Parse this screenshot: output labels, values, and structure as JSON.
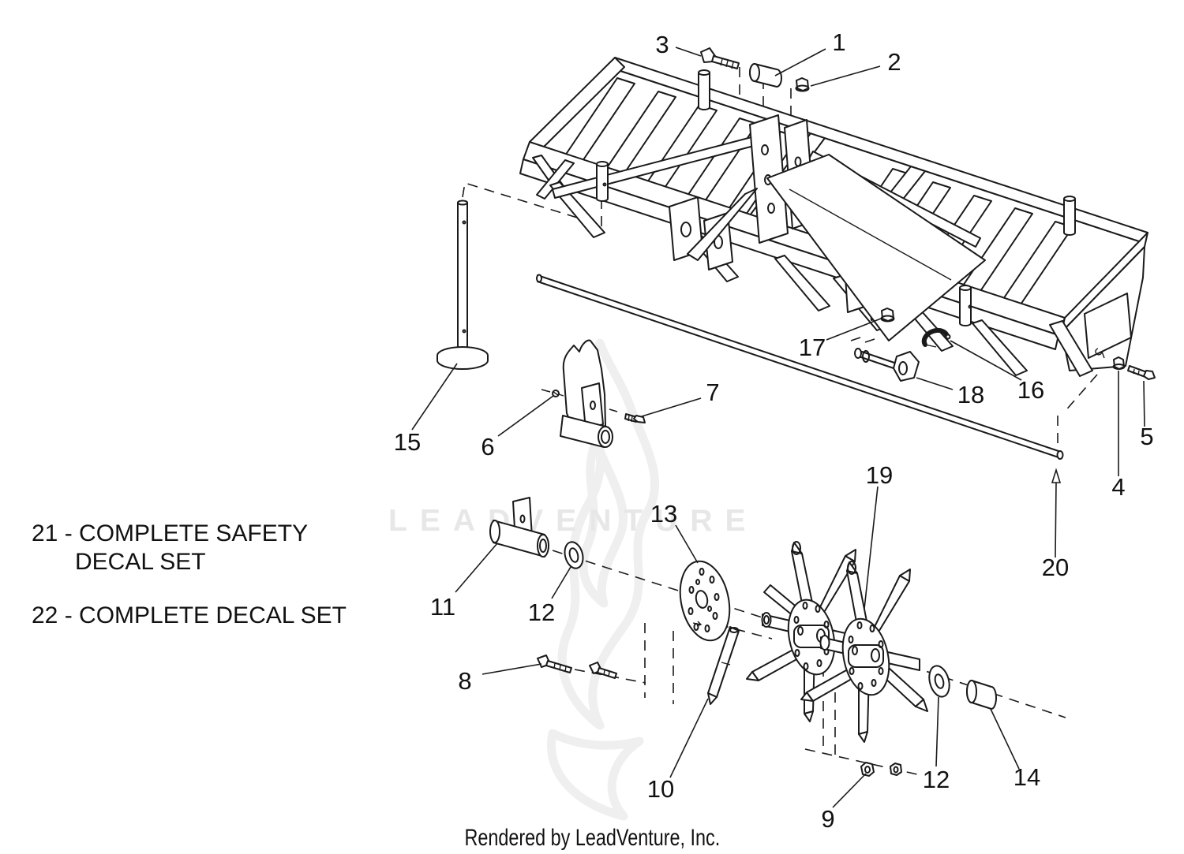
{
  "diagram": {
    "type": "exploded-parts-diagram",
    "labels": {
      "p1": "1",
      "p2": "2",
      "p3": "3",
      "p4": "4",
      "p5": "5",
      "p6": "6",
      "p7": "7",
      "p8": "8",
      "p9": "9",
      "p10": "10",
      "p11": "11",
      "p12a": "12",
      "p12b": "12",
      "p13": "13",
      "p14": "14",
      "p15": "15",
      "p16": "16",
      "p17": "17",
      "p18": "18",
      "p19": "19",
      "p20": "20"
    }
  },
  "notes": {
    "line1": "21 - COMPLETE SAFETY",
    "line2": "DECAL SET",
    "line3": "22 - COMPLETE DECAL SET"
  },
  "watermark": {
    "text": "LEADVENTURE"
  },
  "footer": {
    "text": "Rendered by LeadVenture, Inc."
  },
  "colors": {
    "line": "#1a1a1a",
    "watermark_text": "#e7e7e7",
    "watermark_flame": "#efefef",
    "background": "#ffffff"
  }
}
